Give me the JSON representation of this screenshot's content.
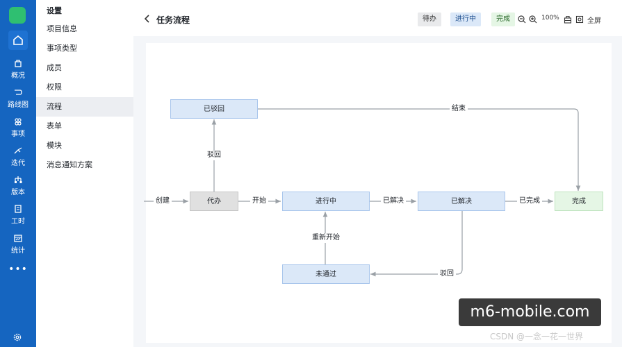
{
  "rail": {
    "items": [
      {
        "label": "概况",
        "icon": "dashboard-icon"
      },
      {
        "label": "路线图",
        "icon": "roadmap-icon"
      },
      {
        "label": "事项",
        "icon": "issue-icon"
      },
      {
        "label": "迭代",
        "icon": "sprint-icon"
      },
      {
        "label": "版本",
        "icon": "version-icon"
      },
      {
        "label": "工时",
        "icon": "timesheet-icon"
      },
      {
        "label": "统计",
        "icon": "stats-icon"
      }
    ],
    "more": "•••"
  },
  "sidebar": {
    "title": "设置",
    "items": [
      {
        "label": "项目信息"
      },
      {
        "label": "事项类型"
      },
      {
        "label": "成员"
      },
      {
        "label": "权限"
      },
      {
        "label": "流程"
      },
      {
        "label": "表单"
      },
      {
        "label": "模块"
      },
      {
        "label": "消息通知方案"
      }
    ],
    "active_index": 4
  },
  "header": {
    "title": "任务流程",
    "legend": {
      "todo": "待办",
      "doing": "进行中",
      "done": "完成"
    },
    "zoom": "100%",
    "fullscreen": "全屏"
  },
  "flow": {
    "nodes": {
      "rejected": "已驳回",
      "todo": "代办",
      "doing": "进行中",
      "resolved": "已解决",
      "done": "完成",
      "failed": "未通过"
    },
    "edges": {
      "create": "创建",
      "start": "开始",
      "resolve": "已解决",
      "complete": "已完成",
      "end": "结束",
      "reject_up": "驳回",
      "reject_down": "驳回",
      "restart": "重新开始"
    }
  },
  "colors": {
    "rail": "#1565c0",
    "node_blue": "#dbe8f8",
    "node_gray": "#e0e0e0",
    "node_green": "#e5f6e5"
  },
  "watermark": {
    "banner": "m6-mobile.com",
    "csdn": "CSDN @一念一花一世界"
  }
}
